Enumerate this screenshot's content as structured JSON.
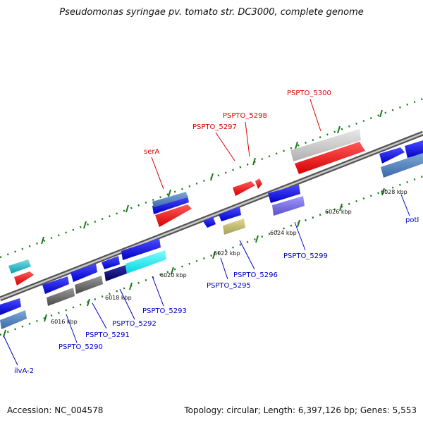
{
  "title": "Pseudomonas syringae pv. tomato str. DC3000, complete genome",
  "accession": "Accession: NC_004578",
  "topology": "Topology: circular; Length: 6,397,126 bp; Genes: 5,553",
  "ticks": [
    "6016 kbp",
    "6018 kbp",
    "6020 kbp",
    "6022 kbp",
    "6024 kbp",
    "6026 kbp",
    "6028 kbp"
  ],
  "genes_top": [
    "PSPTO_5300",
    "PSPTO_5298",
    "PSPTO_5297",
    "serA"
  ],
  "genes_bottom": [
    "PSPTO_5299",
    "PSPTO_5296",
    "PSPTO_5295",
    "PSPTO_5293",
    "PSPTO_5292",
    "PSPTO_5291",
    "PSPTO_5290",
    "ilvA-2",
    "potI"
  ],
  "colors": {
    "forward_gene": "#ff0000",
    "reverse_gene": "#0000ff",
    "label_top": "#d40000",
    "label_bottom": "#0000c8"
  }
}
